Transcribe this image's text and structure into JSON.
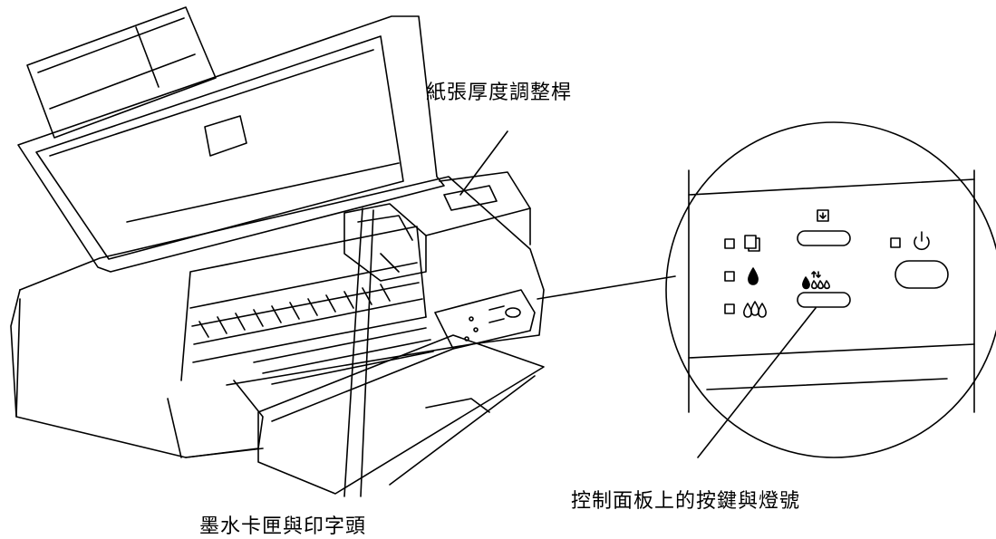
{
  "labels": {
    "paper_thickness_lever": "紙張厚度調整桿",
    "control_panel_buttons_lights": "控制面板上的按鍵與燈號",
    "ink_cartridge_print_head": "墨水卡匣與印字頭"
  },
  "panel_icons": {
    "row1_left": "paper-stack-icon",
    "row2_left": "black-ink-drop-icon",
    "row3_left": "color-ink-drops-icon",
    "load_eject": "load-eject-paper-icon",
    "cleaning": "ink-cleaning-icon",
    "power": "power-icon"
  }
}
